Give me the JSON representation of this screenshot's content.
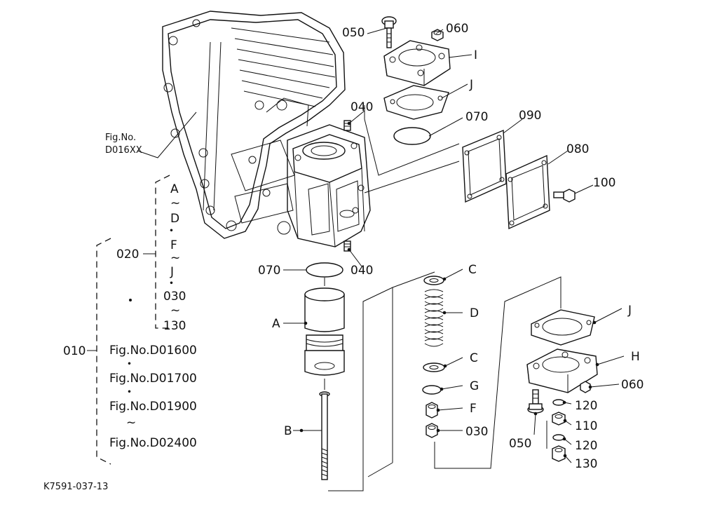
{
  "figure": {
    "fig_ref_label": "Fig.No.",
    "fig_ref_code": "D016XX",
    "footer_code": "K7591-037-13",
    "bracket_inner": [
      "A",
      "~",
      "D",
      "・",
      "F",
      "~",
      "J",
      "・",
      "030",
      "~",
      "130"
    ],
    "bracket_outer": [
      "Fig.No.D01600",
      "・",
      "Fig.No.D01700",
      "・",
      "Fig.No.D01900",
      "~",
      "Fig.No.D02400"
    ],
    "dot_separator": "・"
  },
  "callouts": {
    "p050_top": "050",
    "p060_top": "060",
    "pI": "I",
    "pJ_top": "J",
    "p040_top": "040",
    "p070_top": "070",
    "p090": "090",
    "p080": "080",
    "p100": "100",
    "p020": "020",
    "p010": "010",
    "p070_mid": "070",
    "p040_mid": "040",
    "pA": "A",
    "pB": "B",
    "pC_top": "C",
    "pD": "D",
    "pC_bot": "C",
    "pG": "G",
    "pF": "F",
    "p030": "030",
    "pJ_right": "J",
    "pH": "H",
    "p060_right": "060",
    "p120_a": "120",
    "p110": "110",
    "p120_b": "120",
    "p130": "130",
    "p050_bot": "050"
  }
}
